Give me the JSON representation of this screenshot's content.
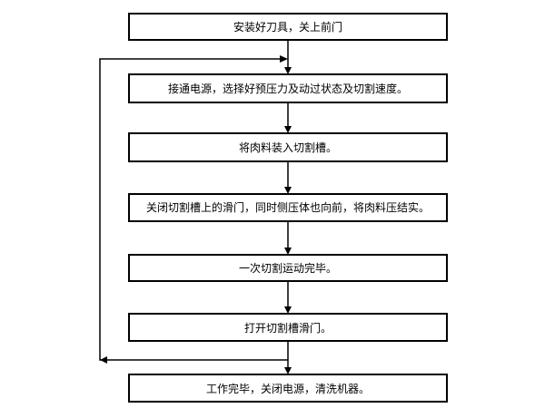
{
  "steps": [
    {
      "label": "安装好刀具，关上前门"
    },
    {
      "label": "接通电源，选择好预压力及动过状态及切割速度。"
    },
    {
      "label": "将肉料装入切割槽。"
    },
    {
      "label": "关闭切割槽上的滑门，同时侧压体也向前，将肉料压结实。"
    },
    {
      "label": "一次切割运动完毕。"
    },
    {
      "label": "打开切割槽滑门。"
    },
    {
      "label": "工作完毕，关闭电源，清洗机器。"
    }
  ],
  "loop": {
    "from_step": 6,
    "to_step": 2
  }
}
